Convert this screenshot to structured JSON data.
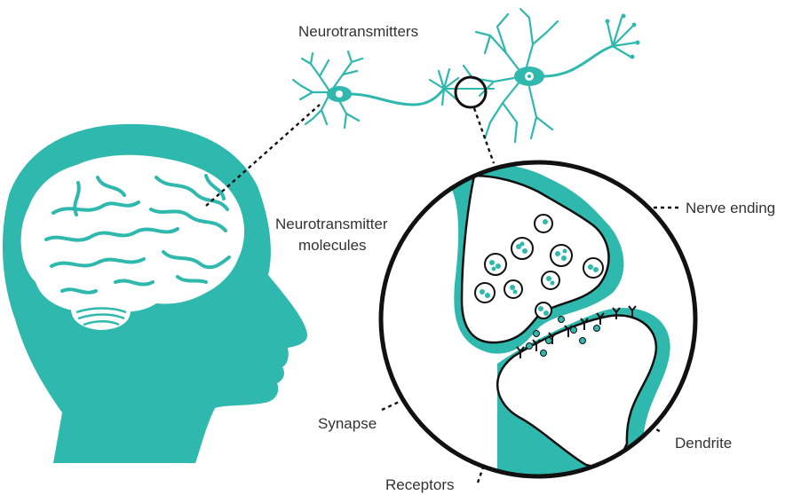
{
  "labels": {
    "neurotransmitters": "Neurotransmitters",
    "nt_molecules_line1": "Neurotransmitter",
    "nt_molecules_line2": "molecules",
    "nerve_ending": "Nerve ending",
    "synapse": "Synapse",
    "receptors": "Receptors",
    "dendrite": "Dendrite"
  },
  "colors": {
    "accent": "#2fb8ad",
    "outline": "#111111",
    "text": "#333333",
    "background": "#ffffff"
  },
  "icons": [
    "head-silhouette",
    "brain-icon",
    "neuron-icon",
    "synapse-magnifier",
    "vesicle-icon"
  ]
}
